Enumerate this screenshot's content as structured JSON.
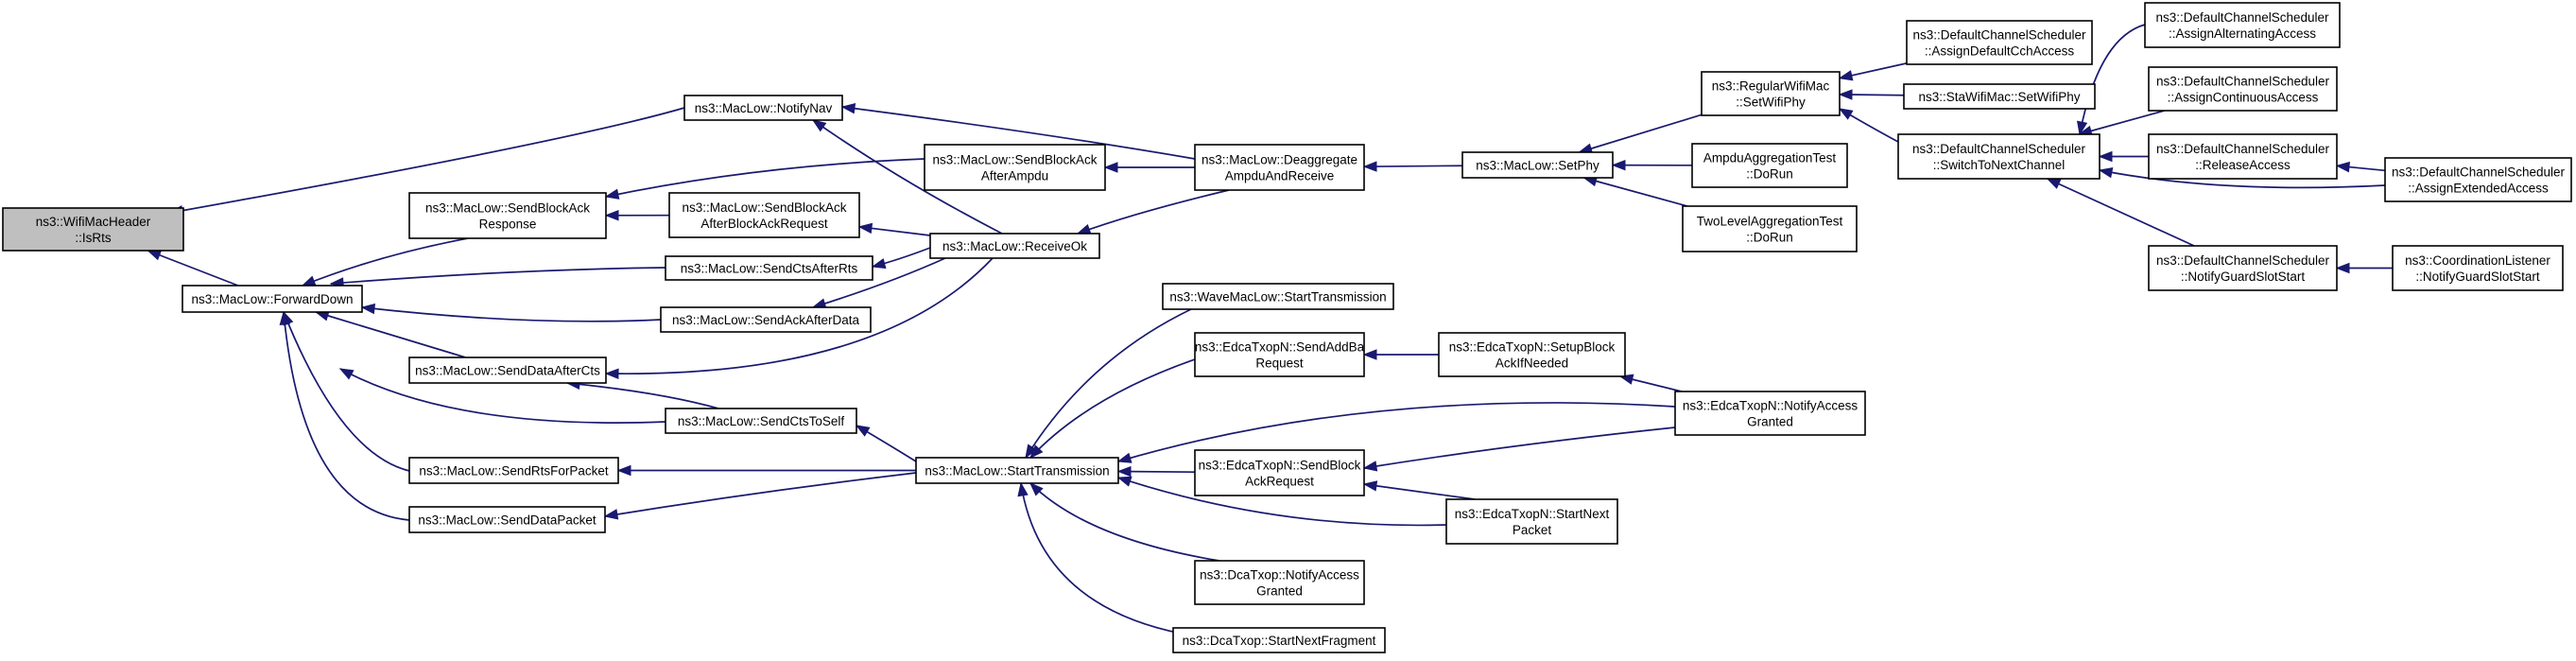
{
  "diagram": {
    "kind": "doxygen caller graph",
    "root": "IsRts",
    "nodes": [
      {
        "id": "IsRts",
        "lines": [
          "ns3::WifiMacHeader",
          "::IsRts"
        ],
        "root": true
      },
      {
        "id": "ForwardDown",
        "lines": [
          "ns3::MacLow::ForwardDown"
        ]
      },
      {
        "id": "NotifyNav",
        "lines": [
          "ns3::MacLow::NotifyNav"
        ]
      },
      {
        "id": "SendBlockAckResponse",
        "lines": [
          "ns3::MacLow::SendBlockAck",
          "Response"
        ]
      },
      {
        "id": "SendCtsAfterRts",
        "lines": [
          "ns3::MacLow::SendCtsAfterRts"
        ]
      },
      {
        "id": "SendAckAfterData",
        "lines": [
          "ns3::MacLow::SendAckAfterData"
        ]
      },
      {
        "id": "SendDataAfterCts",
        "lines": [
          "ns3::MacLow::SendDataAfterCts"
        ]
      },
      {
        "id": "SendCtsToSelf",
        "lines": [
          "ns3::MacLow::SendCtsToSelf"
        ]
      },
      {
        "id": "SendRtsForPacket",
        "lines": [
          "ns3::MacLow::SendRtsForPacket"
        ]
      },
      {
        "id": "SendDataPacket",
        "lines": [
          "ns3::MacLow::SendDataPacket"
        ]
      },
      {
        "id": "SendBlockAckAfterAmpdu",
        "lines": [
          "ns3::MacLow::SendBlockAck",
          "AfterAmpdu"
        ]
      },
      {
        "id": "SendBlockAckAfterBlockAckRequest",
        "lines": [
          "ns3::MacLow::SendBlockAck",
          "AfterBlockAckRequest"
        ]
      },
      {
        "id": "ReceiveOk",
        "lines": [
          "ns3::MacLow::ReceiveOk"
        ]
      },
      {
        "id": "DeaggregateAmpduAndReceive",
        "lines": [
          "ns3::MacLow::Deaggregate",
          "AmpduAndReceive"
        ]
      },
      {
        "id": "SetPhy",
        "lines": [
          "ns3::MacLow::SetPhy"
        ]
      },
      {
        "id": "RegularSetWifiPhy",
        "lines": [
          "ns3::RegularWifiMac",
          "::SetWifiPhy"
        ]
      },
      {
        "id": "AmpduAggregationTest",
        "lines": [
          "AmpduAggregationTest",
          "::DoRun"
        ]
      },
      {
        "id": "TwoLevelAggregationTest",
        "lines": [
          "TwoLevelAggregationTest",
          "::DoRun"
        ]
      },
      {
        "id": "AssignDefaultCchAccess",
        "lines": [
          "ns3::DefaultChannelScheduler",
          "::AssignDefaultCchAccess"
        ]
      },
      {
        "id": "StaSetWifiPhy",
        "lines": [
          "ns3::StaWifiMac::SetWifiPhy"
        ]
      },
      {
        "id": "SwitchToNextChannel",
        "lines": [
          "ns3::DefaultChannelScheduler",
          "::SwitchToNextChannel"
        ]
      },
      {
        "id": "AssignAlternatingAccess",
        "lines": [
          "ns3::DefaultChannelScheduler",
          "::AssignAlternatingAccess"
        ]
      },
      {
        "id": "AssignContinuousAccess",
        "lines": [
          "ns3::DefaultChannelScheduler",
          "::AssignContinuousAccess"
        ]
      },
      {
        "id": "ReleaseAccess",
        "lines": [
          "ns3::DefaultChannelScheduler",
          "::ReleaseAccess"
        ]
      },
      {
        "id": "NotifyGuardSlotStart",
        "lines": [
          "ns3::DefaultChannelScheduler",
          "::NotifyGuardSlotStart"
        ]
      },
      {
        "id": "AssignExtendedAccess",
        "lines": [
          "ns3::DefaultChannelScheduler",
          "::AssignExtendedAccess"
        ]
      },
      {
        "id": "CoordNotifyGuardSlotStart",
        "lines": [
          "ns3::CoordinationListener",
          "::NotifyGuardSlotStart"
        ]
      },
      {
        "id": "StartTransmission",
        "lines": [
          "ns3::MacLow::StartTransmission"
        ]
      },
      {
        "id": "WaveStartTransmission",
        "lines": [
          "ns3::WaveMacLow::StartTransmission"
        ]
      },
      {
        "id": "SendAddBaRequest",
        "lines": [
          "ns3::EdcaTxopN::SendAddBa",
          "Request"
        ]
      },
      {
        "id": "SendBlockAckRequest",
        "lines": [
          "ns3::EdcaTxopN::SendBlock",
          "AckRequest"
        ]
      },
      {
        "id": "DcaNotifyAccessGranted",
        "lines": [
          "ns3::DcaTxop::NotifyAccess",
          "Granted"
        ]
      },
      {
        "id": "DcaStartNextFragment",
        "lines": [
          "ns3::DcaTxop::StartNextFragment"
        ]
      },
      {
        "id": "SetupBlockAckIfNeeded",
        "lines": [
          "ns3::EdcaTxopN::SetupBlock",
          "AckIfNeeded"
        ]
      },
      {
        "id": "EdcaNotifyAccessGranted",
        "lines": [
          "ns3::EdcaTxopN::NotifyAccess",
          "Granted"
        ]
      },
      {
        "id": "EdcaStartNextPacket",
        "lines": [
          "ns3::EdcaTxopN::StartNext",
          "Packet"
        ]
      }
    ],
    "edges": [
      {
        "from": "ForwardDown",
        "to": "IsRts"
      },
      {
        "from": "NotifyNav",
        "to": "IsRts"
      },
      {
        "from": "SendBlockAckResponse",
        "to": "ForwardDown"
      },
      {
        "from": "SendCtsAfterRts",
        "to": "ForwardDown"
      },
      {
        "from": "SendAckAfterData",
        "to": "ForwardDown"
      },
      {
        "from": "SendDataAfterCts",
        "to": "ForwardDown"
      },
      {
        "from": "SendCtsToSelf",
        "to": "ForwardDown"
      },
      {
        "from": "SendRtsForPacket",
        "to": "ForwardDown"
      },
      {
        "from": "SendDataPacket",
        "to": "ForwardDown"
      },
      {
        "from": "SendBlockAckAfterAmpdu",
        "to": "SendBlockAckResponse"
      },
      {
        "from": "SendBlockAckAfterBlockAckRequest",
        "to": "SendBlockAckResponse"
      },
      {
        "from": "ReceiveOk",
        "to": "SendBlockAckAfterBlockAckRequest"
      },
      {
        "from": "ReceiveOk",
        "to": "SendCtsAfterRts"
      },
      {
        "from": "ReceiveOk",
        "to": "SendAckAfterData"
      },
      {
        "from": "ReceiveOk",
        "to": "SendDataAfterCts"
      },
      {
        "from": "ReceiveOk",
        "to": "NotifyNav"
      },
      {
        "from": "DeaggregateAmpduAndReceive",
        "to": "NotifyNav"
      },
      {
        "from": "DeaggregateAmpduAndReceive",
        "to": "SendBlockAckAfterAmpdu"
      },
      {
        "from": "DeaggregateAmpduAndReceive",
        "to": "ReceiveOk"
      },
      {
        "from": "SetPhy",
        "to": "DeaggregateAmpduAndReceive"
      },
      {
        "from": "RegularSetWifiPhy",
        "to": "SetPhy"
      },
      {
        "from": "AmpduAggregationTest",
        "to": "SetPhy"
      },
      {
        "from": "TwoLevelAggregationTest",
        "to": "SetPhy"
      },
      {
        "from": "AssignDefaultCchAccess",
        "to": "RegularSetWifiPhy"
      },
      {
        "from": "StaSetWifiPhy",
        "to": "RegularSetWifiPhy"
      },
      {
        "from": "SwitchToNextChannel",
        "to": "RegularSetWifiPhy"
      },
      {
        "from": "AssignAlternatingAccess",
        "to": "SwitchToNextChannel"
      },
      {
        "from": "AssignContinuousAccess",
        "to": "SwitchToNextChannel"
      },
      {
        "from": "ReleaseAccess",
        "to": "SwitchToNextChannel"
      },
      {
        "from": "AssignExtendedAccess",
        "to": "SwitchToNextChannel"
      },
      {
        "from": "NotifyGuardSlotStart",
        "to": "SwitchToNextChannel"
      },
      {
        "from": "AssignExtendedAccess",
        "to": "ReleaseAccess"
      },
      {
        "from": "CoordNotifyGuardSlotStart",
        "to": "NotifyGuardSlotStart"
      },
      {
        "from": "StartTransmission",
        "to": "SendCtsToSelf"
      },
      {
        "from": "StartTransmission",
        "to": "SendRtsForPacket"
      },
      {
        "from": "StartTransmission",
        "to": "SendDataPacket"
      },
      {
        "from": "SendCtsToSelf",
        "to": "SendDataAfterCts"
      },
      {
        "from": "WaveStartTransmission",
        "to": "StartTransmission"
      },
      {
        "from": "SendAddBaRequest",
        "to": "StartTransmission"
      },
      {
        "from": "SendBlockAckRequest",
        "to": "StartTransmission"
      },
      {
        "from": "DcaNotifyAccessGranted",
        "to": "StartTransmission"
      },
      {
        "from": "DcaStartNextFragment",
        "to": "StartTransmission"
      },
      {
        "from": "EdcaNotifyAccessGranted",
        "to": "StartTransmission"
      },
      {
        "from": "EdcaStartNextPacket",
        "to": "StartTransmission"
      },
      {
        "from": "SetupBlockAckIfNeeded",
        "to": "SendAddBaRequest"
      },
      {
        "from": "EdcaNotifyAccessGranted",
        "to": "SetupBlockAckIfNeeded"
      },
      {
        "from": "EdcaNotifyAccessGranted",
        "to": "SendBlockAckRequest"
      },
      {
        "from": "EdcaStartNextPacket",
        "to": "SendBlockAckRequest"
      }
    ]
  },
  "colors": {
    "edge": "#191970",
    "node_border": "#000000",
    "node_fill": "#ffffff",
    "root_fill": "#bfbfbf"
  }
}
